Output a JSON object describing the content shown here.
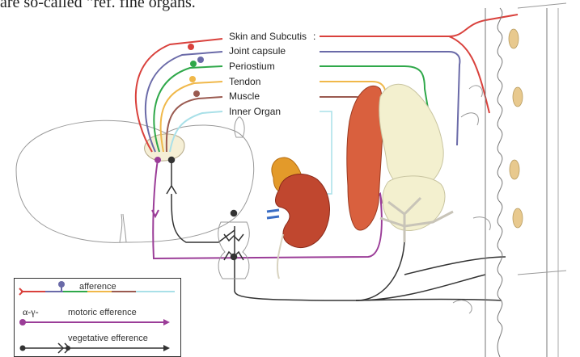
{
  "top_text": "are so-called “ref. fine organs.",
  "tissue_labels": [
    {
      "id": "skin",
      "text": "Skin and Subcutis",
      "color": "#d9413c"
    },
    {
      "id": "joint",
      "text": "Joint capsule",
      "color": "#6a6aa8"
    },
    {
      "id": "periost",
      "text": "Periostium",
      "color": "#2fa84a"
    },
    {
      "id": "tendon",
      "text": "Tendon",
      "color": "#f0b84a"
    },
    {
      "id": "muscle",
      "text": "Muscle",
      "color": "#9a5a50"
    },
    {
      "id": "organ",
      "text": "Inner Organ",
      "color": "#a9e0e8"
    }
  ],
  "skin_colon": ":",
  "legend": {
    "afference": "afference",
    "motoric_prefix": "α-γ-",
    "motoric": "motoric efference",
    "vegetative": "vegetative efference"
  },
  "colors": {
    "motor": "#9b3d98",
    "vegetative": "#333333",
    "kidney": "#c0472f",
    "muscle": "#d9603e",
    "bone": "#f3f0cf",
    "adrenal": "#e39a2a"
  }
}
